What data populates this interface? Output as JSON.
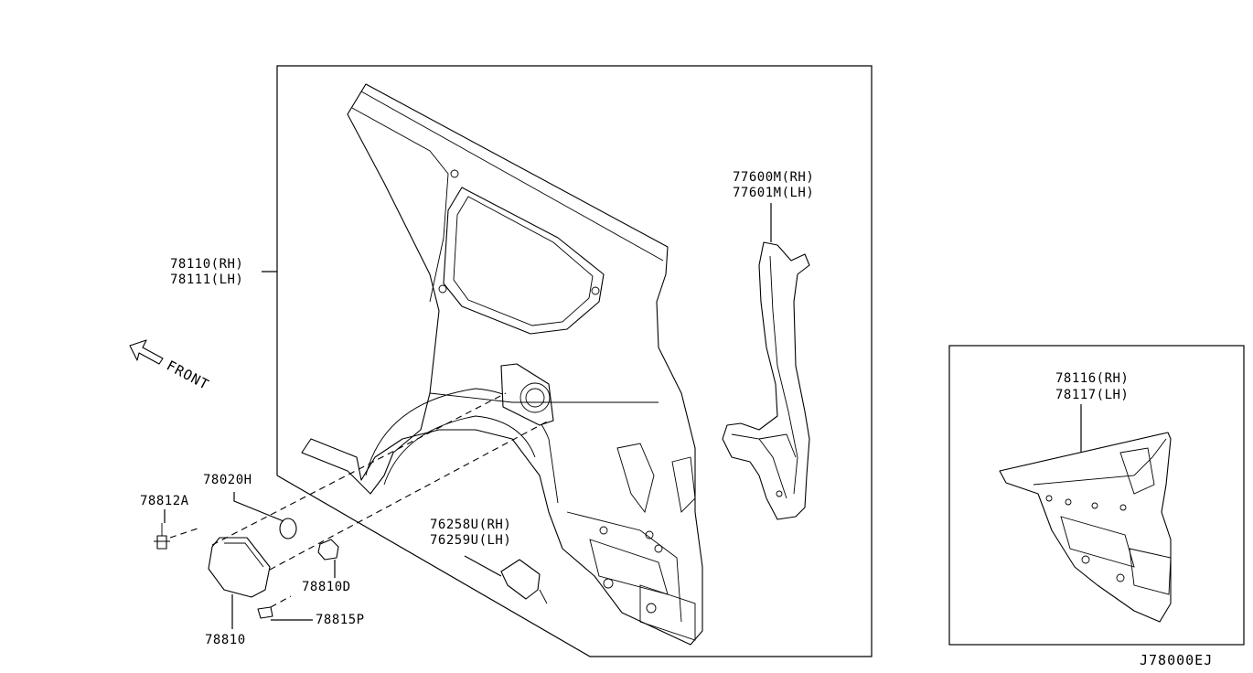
{
  "diagram_id": "J78000EJ",
  "front_marker": "FRONT",
  "labels": {
    "quarter_panel_rh": "78110(RH)",
    "quarter_panel_lh": "78111(LH)",
    "pillar_rh": "77600M(RH)",
    "pillar_lh": "77601M(LH)",
    "inset_part_rh": "78116(RH)",
    "inset_part_lh": "78117(LH)",
    "seal": "78020H",
    "screw": "78812A",
    "fuel_lid": "78810",
    "fuel_lid_base": "78810D",
    "fuel_lid_spring": "78815P",
    "bracket_rh": "76258U(RH)",
    "bracket_lh": "76259U(LH)"
  }
}
